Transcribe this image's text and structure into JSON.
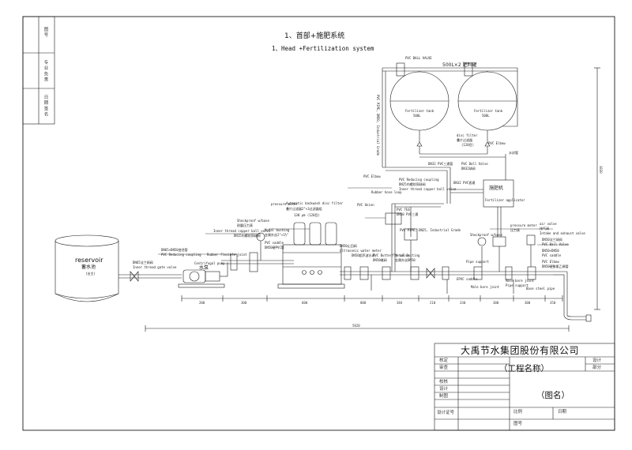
{
  "drawing": {
    "title_cn": "1、首部+施肥系统",
    "title_en": "1、Head +Fertilization system",
    "left_strip": [
      "图 号",
      "专 业 负 责",
      "日 期 签 名"
    ],
    "total_dim": "5820",
    "height_dim": "3830",
    "dims": [
      "200",
      "300",
      "600",
      "800",
      "384",
      "210",
      "330",
      "380",
      "300",
      "350"
    ],
    "tanks": {
      "header": "500L×2 肥料罐",
      "tank1_cn": "Fertilizer tank",
      "tank1_vol": "500L",
      "tank2_cn": "Fertilizer tank",
      "tank2_vol": "500L",
      "ball_valve_top": "PVC BALL VALVE",
      "side_pipe": "PVC PIPE, DN50, Industrial Grade"
    },
    "reservoir": {
      "en": "reservoir",
      "cn": "蓄水池",
      "note": "(业主)"
    },
    "labels": [
      "DN65法兰闸阀",
      "Inner thread gate valve",
      "DN65×DN50变径管",
      "PVC Reducing coupling",
      "Centrifugal pump",
      "水泵",
      "Rubber flexible joint",
      "Inner thread copper ball valve",
      "DN15内螺纹铜球阀",
      "Shockproof w/base",
      "耐震压力表",
      "pressure meter",
      "Automatic backwash disc filter",
      "叠片过滤器2\"×3过滤器组",
      "130 μm (120目)",
      "Metal bushing",
      "金属外丝2\"×1½\"",
      "PVC saddle",
      "DN50硬PVC管",
      "DN50止回阀",
      "Ultrasonic water meter",
      "DN50超声波水表",
      "PVC Butterfly valve",
      "DN50蝶阀",
      "Metal Ducting",
      "金属外丝DN50",
      "PVC Elbow",
      "PVC Union",
      "PVC TEE",
      "DN50 PVC三通",
      "PVC PIPE, DN25, Industrial Grade",
      "PVC Reducing coupling",
      "Rubber hose loop",
      "DN25内螺纹铜球阀",
      "Inner thread copper ball valve",
      "disc filter",
      "叠片过滤器",
      "(120目)",
      "DN32 PVC直通",
      "DN32 PVC三通管",
      "施肥机",
      "Fertilizer applicator",
      "PVC Ball Valve",
      "DN32球阀",
      "PVC Elbow",
      "水封管",
      "Shockproof w/base",
      "pressure meter",
      "压力表",
      "air valve",
      "排气阀",
      "Intake and exhaust valve",
      "DN50法兰球阀",
      "PVC Ball Valve",
      "DN50×DN50",
      "PVC saddle",
      "Pipe support",
      "EPVC saddle",
      "Male bore joint",
      "PVC Elbow",
      "Pipe support",
      "DN50硬聚氯乙烯管",
      "Base steel pipe",
      "Male bore joint"
    ]
  },
  "title_block": {
    "company": "大禹节水集团股份有限公司",
    "project": "（工程名称）",
    "drawing_name": "（图名）",
    "rows": [
      "核定",
      "审查",
      "校核",
      "设计",
      "制图",
      "设计证号"
    ],
    "right_cells": [
      "设计",
      "部分"
    ],
    "bottom": [
      "比例",
      "日期",
      "图号"
    ]
  },
  "colors": {
    "line": "#1a1a1a",
    "paper": "#ffffff"
  }
}
